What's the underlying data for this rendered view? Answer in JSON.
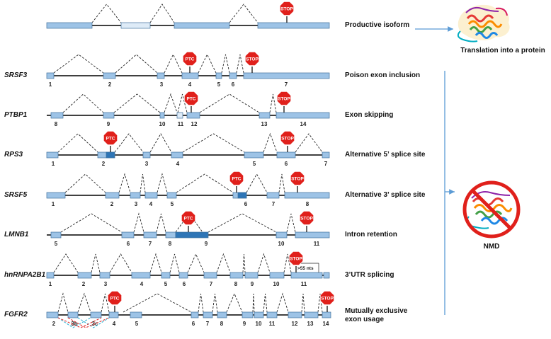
{
  "colors": {
    "exon": "#9dc3e6",
    "exon_light": "#deebf7",
    "exon_dark": "#2e75b6",
    "exon_stroke": "#41719c",
    "intron": "#000000",
    "stop_red": "#e0201b",
    "arrow_blue": "#5b9bd5",
    "mxe_red": "#e03030",
    "mxe_cyan": "#33b5d6"
  },
  "productive": {
    "event": "Productive isoform",
    "stop": "STOP"
  },
  "outcomes": {
    "translation": "Translation into a protein",
    "nmd": "NMD"
  },
  "rows": [
    {
      "gene": "SRSF3",
      "event": "Poison exon inclusion",
      "exons": [
        "1",
        "2",
        "3",
        "4",
        "5",
        "6",
        "7"
      ],
      "markers": [
        {
          "type": "PTC",
          "text": "PTC"
        },
        {
          "type": "STOP",
          "text": "STOP"
        }
      ]
    },
    {
      "gene": "PTBP1",
      "event": "Exon skipping",
      "exons": [
        "8",
        "9",
        "10",
        "11",
        "12",
        "13",
        "14"
      ],
      "markers": [
        {
          "type": "PTC",
          "text": "PTC"
        },
        {
          "type": "STOP",
          "text": "STOP"
        }
      ]
    },
    {
      "gene": "RPS3",
      "event": "Alternative 5’ splice site",
      "exons": [
        "1",
        "2",
        "3",
        "4",
        "5",
        "6",
        "7"
      ],
      "markers": [
        {
          "type": "PTC",
          "text": "PTC"
        },
        {
          "type": "STOP",
          "text": "STOP"
        }
      ]
    },
    {
      "gene": "SRSF5",
      "event": "Alternative 3’ splice site",
      "exons": [
        "1",
        "2",
        "3",
        "4",
        "5",
        "6",
        "7",
        "8"
      ],
      "markers": [
        {
          "type": "PTC",
          "text": "PTC"
        },
        {
          "type": "STOP",
          "text": "STOP"
        }
      ]
    },
    {
      "gene": "LMNB1",
      "event": "Intron retention",
      "exons": [
        "5",
        "6",
        "7",
        "8",
        "9",
        "10",
        "11"
      ],
      "markers": [
        {
          "type": "PTC",
          "text": "PTC"
        },
        {
          "type": "STOP",
          "text": "STOP"
        }
      ]
    },
    {
      "gene": "hnRNPA2B1",
      "event": "3’UTR splicing",
      "exons": [
        "1",
        "2",
        "3",
        "4",
        "5",
        "6",
        "7",
        "8",
        "9",
        "10",
        "11"
      ],
      "markers": [
        {
          "type": "STOP",
          "text": "STOP"
        }
      ],
      "note": ">55 nts"
    },
    {
      "gene": "FGFR2",
      "event": "Mutually exclusive",
      "event_line2": "exon usage",
      "exons": [
        "2",
        "3b",
        "3c",
        "4",
        "5",
        "6",
        "7",
        "8",
        "9",
        "10",
        "11",
        "12",
        "13",
        "14"
      ],
      "markers": [
        {
          "type": "PTC",
          "text": "PTC"
        },
        {
          "type": "STOP",
          "text": "STOP"
        }
      ]
    }
  ]
}
